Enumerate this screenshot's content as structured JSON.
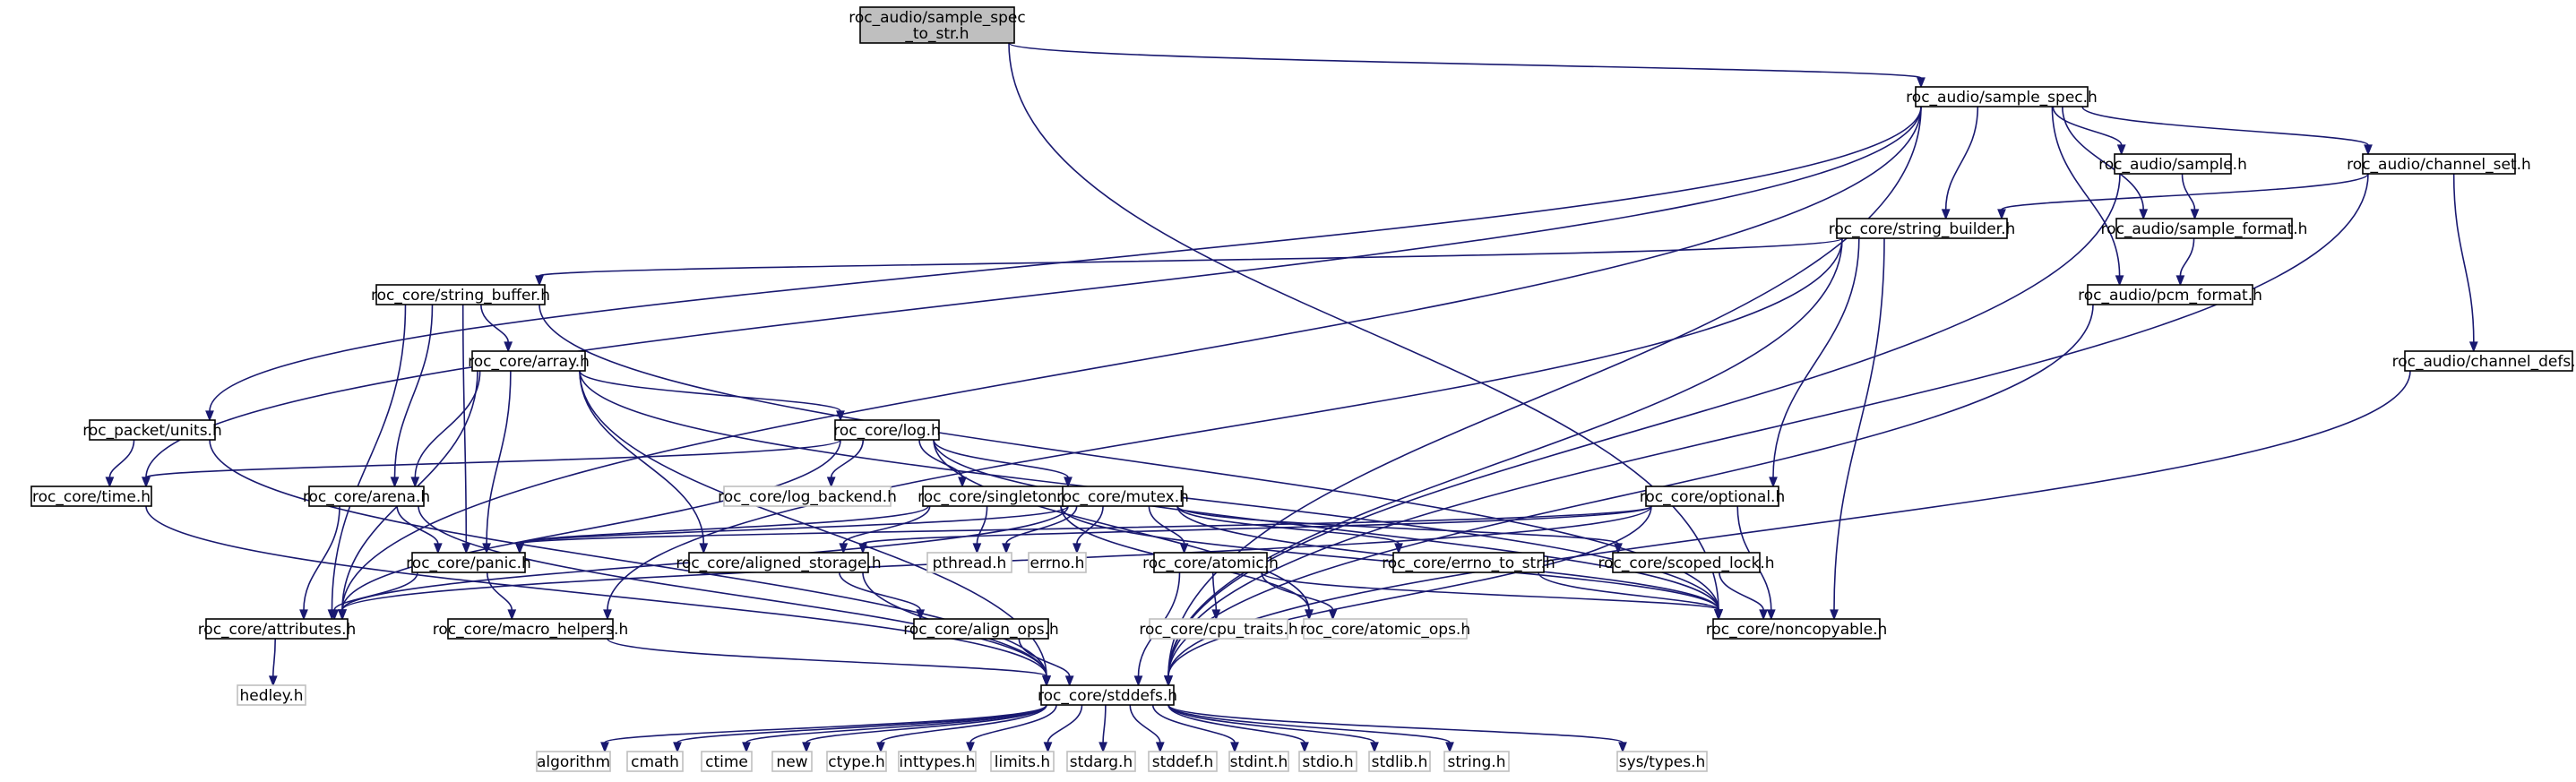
{
  "colors": {
    "edge": "#191970",
    "root_fill": "#bfbfbf",
    "node_border": "#000000",
    "external_border": "#bfbfbf"
  },
  "nodes": [
    {
      "id": "root",
      "kind": "root",
      "lines": [
        "roc_audio/sample_spec",
        "_to_str.h"
      ]
    },
    {
      "id": "sample_spec",
      "kind": "normal",
      "lines": [
        "roc_audio/sample_spec.h"
      ]
    },
    {
      "id": "sample",
      "kind": "normal",
      "lines": [
        "roc_audio/sample.h"
      ]
    },
    {
      "id": "channel_set",
      "kind": "normal",
      "lines": [
        "roc_audio/channel_set.h"
      ]
    },
    {
      "id": "string_builder",
      "kind": "normal",
      "lines": [
        "roc_core/string_builder.h"
      ]
    },
    {
      "id": "sample_format",
      "kind": "normal",
      "lines": [
        "roc_audio/sample_format.h"
      ]
    },
    {
      "id": "string_buffer",
      "kind": "normal",
      "lines": [
        "roc_core/string_buffer.h"
      ]
    },
    {
      "id": "pcm_format",
      "kind": "normal",
      "lines": [
        "roc_audio/pcm_format.h"
      ]
    },
    {
      "id": "array",
      "kind": "normal",
      "lines": [
        "roc_core/array.h"
      ]
    },
    {
      "id": "channel_defs",
      "kind": "normal",
      "lines": [
        "roc_audio/channel_defs.h"
      ]
    },
    {
      "id": "units",
      "kind": "normal",
      "lines": [
        "roc_packet/units.h"
      ]
    },
    {
      "id": "log",
      "kind": "normal",
      "lines": [
        "roc_core/log.h"
      ]
    },
    {
      "id": "time",
      "kind": "normal",
      "lines": [
        "roc_core/time.h"
      ]
    },
    {
      "id": "arena",
      "kind": "normal",
      "lines": [
        "roc_core/arena.h"
      ]
    },
    {
      "id": "log_backend",
      "kind": "external",
      "lines": [
        "roc_core/log_backend.h"
      ]
    },
    {
      "id": "singleton",
      "kind": "normal",
      "lines": [
        "roc_core/singleton.h"
      ]
    },
    {
      "id": "mutex",
      "kind": "normal",
      "lines": [
        "roc_core/mutex.h"
      ]
    },
    {
      "id": "optional",
      "kind": "normal",
      "lines": [
        "roc_core/optional.h"
      ]
    },
    {
      "id": "panic",
      "kind": "normal",
      "lines": [
        "roc_core/panic.h"
      ]
    },
    {
      "id": "aligned_storage",
      "kind": "normal",
      "lines": [
        "roc_core/aligned_storage.h"
      ]
    },
    {
      "id": "pthread",
      "kind": "external",
      "lines": [
        "pthread.h"
      ]
    },
    {
      "id": "errno",
      "kind": "external",
      "lines": [
        "errno.h"
      ]
    },
    {
      "id": "atomic",
      "kind": "normal",
      "lines": [
        "roc_core/atomic.h"
      ]
    },
    {
      "id": "errno_to_str",
      "kind": "normal",
      "lines": [
        "roc_core/errno_to_str.h"
      ]
    },
    {
      "id": "scoped_lock",
      "kind": "normal",
      "lines": [
        "roc_core/scoped_lock.h"
      ]
    },
    {
      "id": "attributes",
      "kind": "normal",
      "lines": [
        "roc_core/attributes.h"
      ]
    },
    {
      "id": "macro_helpers",
      "kind": "normal",
      "lines": [
        "roc_core/macro_helpers.h"
      ]
    },
    {
      "id": "align_ops",
      "kind": "normal",
      "lines": [
        "roc_core/align_ops.h"
      ]
    },
    {
      "id": "cpu_traits",
      "kind": "external",
      "lines": [
        "roc_core/cpu_traits.h"
      ]
    },
    {
      "id": "atomic_ops",
      "kind": "external",
      "lines": [
        "roc_core/atomic_ops.h"
      ]
    },
    {
      "id": "noncopyable",
      "kind": "normal",
      "lines": [
        "roc_core/noncopyable.h"
      ]
    },
    {
      "id": "hedley",
      "kind": "external",
      "lines": [
        "hedley.h"
      ]
    },
    {
      "id": "stddefs",
      "kind": "normal",
      "lines": [
        "roc_core/stddefs.h"
      ]
    },
    {
      "id": "algorithm",
      "kind": "external",
      "lines": [
        "algorithm"
      ]
    },
    {
      "id": "cmath",
      "kind": "external",
      "lines": [
        "cmath"
      ]
    },
    {
      "id": "ctime",
      "kind": "external",
      "lines": [
        "ctime"
      ]
    },
    {
      "id": "new",
      "kind": "external",
      "lines": [
        "new"
      ]
    },
    {
      "id": "ctype",
      "kind": "external",
      "lines": [
        "ctype.h"
      ]
    },
    {
      "id": "inttypes",
      "kind": "external",
      "lines": [
        "inttypes.h"
      ]
    },
    {
      "id": "limits",
      "kind": "external",
      "lines": [
        "limits.h"
      ]
    },
    {
      "id": "stdarg",
      "kind": "external",
      "lines": [
        "stdarg.h"
      ]
    },
    {
      "id": "stddef",
      "kind": "external",
      "lines": [
        "stddef.h"
      ]
    },
    {
      "id": "stdint",
      "kind": "external",
      "lines": [
        "stdint.h"
      ]
    },
    {
      "id": "stdio",
      "kind": "external",
      "lines": [
        "stdio.h"
      ]
    },
    {
      "id": "stdlib",
      "kind": "external",
      "lines": [
        "stdlib.h"
      ]
    },
    {
      "id": "string",
      "kind": "external",
      "lines": [
        "string.h"
      ]
    },
    {
      "id": "systypes",
      "kind": "external",
      "lines": [
        "sys/types.h"
      ]
    }
  ],
  "edges": [
    [
      "root",
      "sample_spec"
    ],
    [
      "root",
      "noncopyable"
    ],
    [
      "sample_spec",
      "sample"
    ],
    [
      "sample_spec",
      "channel_set"
    ],
    [
      "sample_spec",
      "string_builder"
    ],
    [
      "sample_spec",
      "sample_format"
    ],
    [
      "sample_spec",
      "pcm_format"
    ],
    [
      "sample_spec",
      "units"
    ],
    [
      "sample_spec",
      "time"
    ],
    [
      "sample_spec",
      "attributes"
    ],
    [
      "sample_spec",
      "stddefs"
    ],
    [
      "sample",
      "sample_format"
    ],
    [
      "sample",
      "stddefs"
    ],
    [
      "channel_set",
      "string_builder"
    ],
    [
      "channel_set",
      "channel_defs"
    ],
    [
      "channel_set",
      "stddefs"
    ],
    [
      "sample_format",
      "pcm_format"
    ],
    [
      "pcm_format",
      "stddefs"
    ],
    [
      "channel_defs",
      "stddefs"
    ],
    [
      "string_builder",
      "string_buffer"
    ],
    [
      "string_builder",
      "optional"
    ],
    [
      "string_builder",
      "macro_helpers"
    ],
    [
      "string_builder",
      "noncopyable"
    ],
    [
      "string_builder",
      "stddefs"
    ],
    [
      "string_buffer",
      "array"
    ],
    [
      "string_buffer",
      "arena"
    ],
    [
      "string_buffer",
      "panic"
    ],
    [
      "string_buffer",
      "attributes"
    ],
    [
      "string_buffer",
      "noncopyable"
    ],
    [
      "array",
      "log"
    ],
    [
      "array",
      "arena"
    ],
    [
      "array",
      "panic"
    ],
    [
      "array",
      "aligned_storage"
    ],
    [
      "array",
      "attributes"
    ],
    [
      "array",
      "noncopyable"
    ],
    [
      "array",
      "stddefs"
    ],
    [
      "units",
      "time"
    ],
    [
      "units",
      "stddefs"
    ],
    [
      "time",
      "stddefs"
    ],
    [
      "log",
      "log_backend"
    ],
    [
      "log",
      "singleton"
    ],
    [
      "log",
      "mutex"
    ],
    [
      "log",
      "time"
    ],
    [
      "log",
      "attributes"
    ],
    [
      "log",
      "atomic_ops"
    ],
    [
      "log",
      "noncopyable"
    ],
    [
      "arena",
      "panic"
    ],
    [
      "arena",
      "attributes"
    ],
    [
      "arena",
      "stddefs"
    ],
    [
      "singleton",
      "panic"
    ],
    [
      "singleton",
      "pthread"
    ],
    [
      "singleton",
      "aligned_storage"
    ],
    [
      "singleton",
      "atomic_ops"
    ],
    [
      "singleton",
      "noncopyable"
    ],
    [
      "mutex",
      "panic"
    ],
    [
      "mutex",
      "pthread"
    ],
    [
      "mutex",
      "errno"
    ],
    [
      "mutex",
      "atomic"
    ],
    [
      "mutex",
      "errno_to_str"
    ],
    [
      "mutex",
      "scoped_lock"
    ],
    [
      "mutex",
      "attributes"
    ],
    [
      "mutex",
      "noncopyable"
    ],
    [
      "optional",
      "panic"
    ],
    [
      "optional",
      "aligned_storage"
    ],
    [
      "optional",
      "attributes"
    ],
    [
      "optional",
      "noncopyable"
    ],
    [
      "optional",
      "stddefs"
    ],
    [
      "panic",
      "attributes"
    ],
    [
      "panic",
      "macro_helpers"
    ],
    [
      "aligned_storage",
      "align_ops"
    ],
    [
      "aligned_storage",
      "stddefs"
    ],
    [
      "atomic",
      "cpu_traits"
    ],
    [
      "atomic",
      "atomic_ops"
    ],
    [
      "atomic",
      "noncopyable"
    ],
    [
      "atomic",
      "stddefs"
    ],
    [
      "errno_to_str",
      "noncopyable"
    ],
    [
      "scoped_lock",
      "noncopyable"
    ],
    [
      "attributes",
      "hedley"
    ],
    [
      "macro_helpers",
      "stddefs"
    ],
    [
      "align_ops",
      "stddefs"
    ],
    [
      "stddefs",
      "algorithm"
    ],
    [
      "stddefs",
      "cmath"
    ],
    [
      "stddefs",
      "ctime"
    ],
    [
      "stddefs",
      "new"
    ],
    [
      "stddefs",
      "ctype"
    ],
    [
      "stddefs",
      "inttypes"
    ],
    [
      "stddefs",
      "limits"
    ],
    [
      "stddefs",
      "stdarg"
    ],
    [
      "stddefs",
      "stddef"
    ],
    [
      "stddefs",
      "stdint"
    ],
    [
      "stddefs",
      "stdio"
    ],
    [
      "stddefs",
      "stdlib"
    ],
    [
      "stddefs",
      "string"
    ],
    [
      "stddefs",
      "systypes"
    ]
  ]
}
